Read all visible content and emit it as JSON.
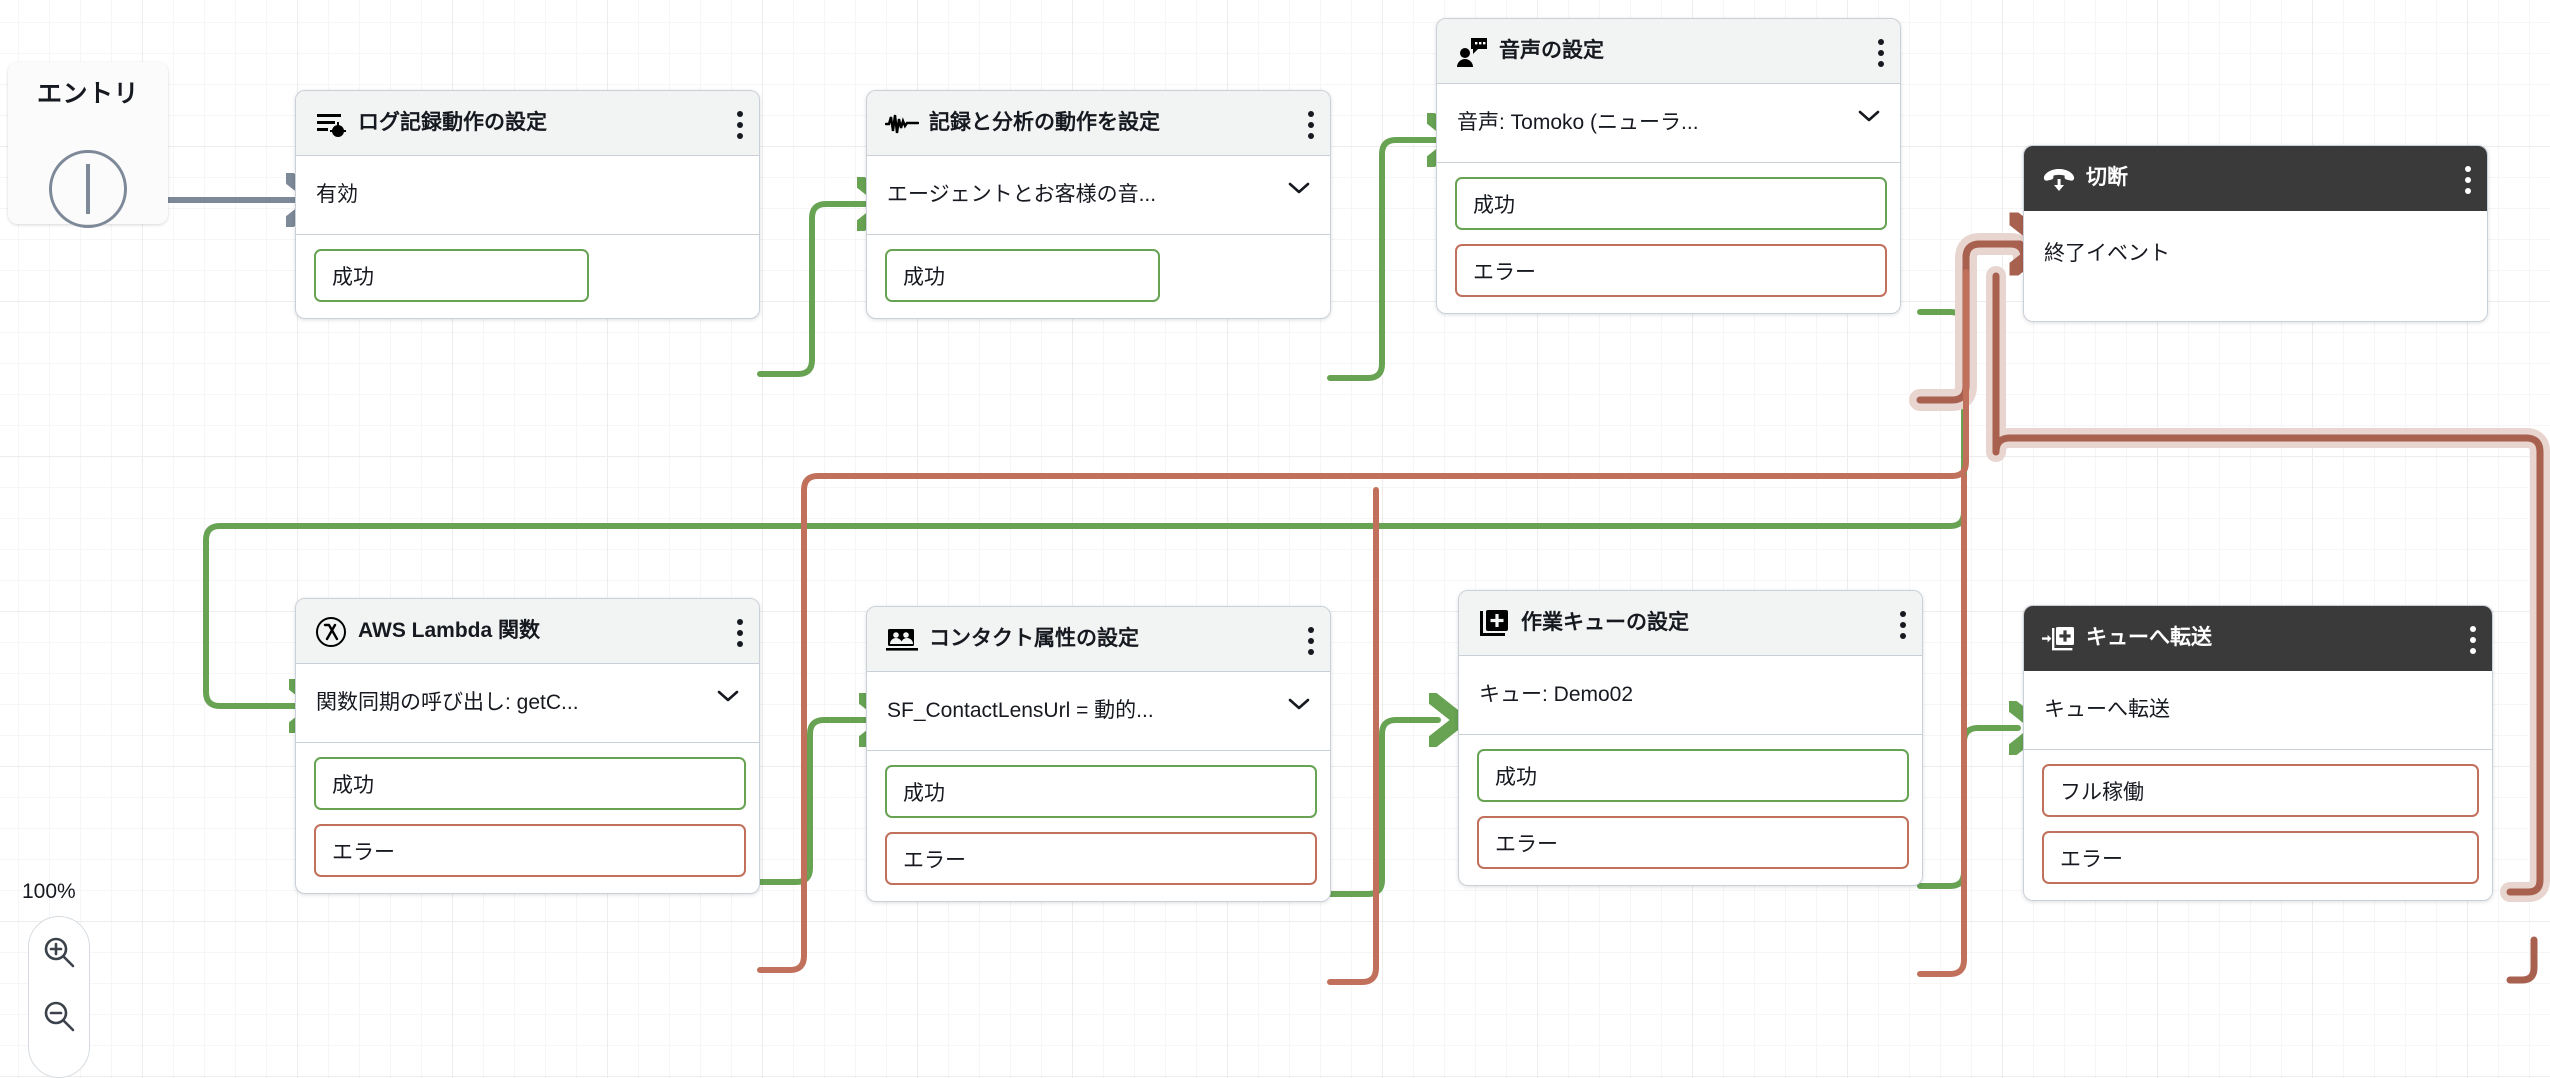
{
  "canvas": {
    "zoom_level": "100%",
    "zoom_in_icon": "magnifier-plus-icon",
    "zoom_out_icon": "magnifier-minus-icon"
  },
  "entry": {
    "label": "エントリ",
    "icon": "entry-circle-icon"
  },
  "colors": {
    "success_edge": "#67a353",
    "error_edge": "#c1705c",
    "entry_edge": "#7d8998",
    "dark_header": "#3a3a3a",
    "light_header": "#f2f3f3",
    "card_border": "#c9d0d8"
  },
  "nodes": [
    {
      "id": "set-logging-behavior",
      "icon": "log-bug-icon",
      "title": "ログ記録動作の設定",
      "dark": false,
      "body": "有効",
      "has_chevron": false,
      "ports": [
        {
          "label": "成功",
          "type": "success"
        }
      ]
    },
    {
      "id": "set-recording-analytics-behavior",
      "icon": "waveform-icon",
      "title": "記録と分析の動作を設定",
      "dark": false,
      "body": "エージェントとお客様の音...",
      "has_chevron": true,
      "ports": [
        {
          "label": "成功",
          "type": "success"
        }
      ]
    },
    {
      "id": "set-voice",
      "icon": "person-speech-icon",
      "title": "音声の設定",
      "dark": false,
      "body": "音声: Tomoko (ニューラ...",
      "has_chevron": true,
      "ports": [
        {
          "label": "成功",
          "type": "success"
        },
        {
          "label": "エラー",
          "type": "error"
        }
      ]
    },
    {
      "id": "disconnect",
      "icon": "phone-hangup-icon",
      "title": "切断",
      "dark": true,
      "body": "終了イベント",
      "has_chevron": false,
      "ports": []
    },
    {
      "id": "aws-lambda-function",
      "icon": "lambda-icon",
      "title": "AWS Lambda 関数",
      "dark": false,
      "body": "関数同期の呼び出し: getC...",
      "has_chevron": true,
      "ports": [
        {
          "label": "成功",
          "type": "success"
        },
        {
          "label": "エラー",
          "type": "error"
        }
      ]
    },
    {
      "id": "set-contact-attributes",
      "icon": "contact-attributes-icon",
      "title": "コンタクト属性の設定",
      "dark": false,
      "body": "SF_ContactLensUrl = 動的...",
      "has_chevron": true,
      "ports": [
        {
          "label": "成功",
          "type": "success"
        },
        {
          "label": "エラー",
          "type": "error"
        }
      ]
    },
    {
      "id": "set-working-queue",
      "icon": "queue-plus-icon",
      "title": "作業キューの設定",
      "dark": false,
      "body": "キュー: Demo02",
      "has_chevron": false,
      "ports": [
        {
          "label": "成功",
          "type": "success"
        },
        {
          "label": "エラー",
          "type": "error"
        }
      ]
    },
    {
      "id": "transfer-to-queue",
      "icon": "transfer-queue-icon",
      "title": "キューへ転送",
      "dark": true,
      "body": "キューへ転送",
      "has_chevron": false,
      "ports": [
        {
          "label": "フル稼働",
          "type": "error"
        },
        {
          "label": "エラー",
          "type": "error"
        }
      ]
    }
  ]
}
